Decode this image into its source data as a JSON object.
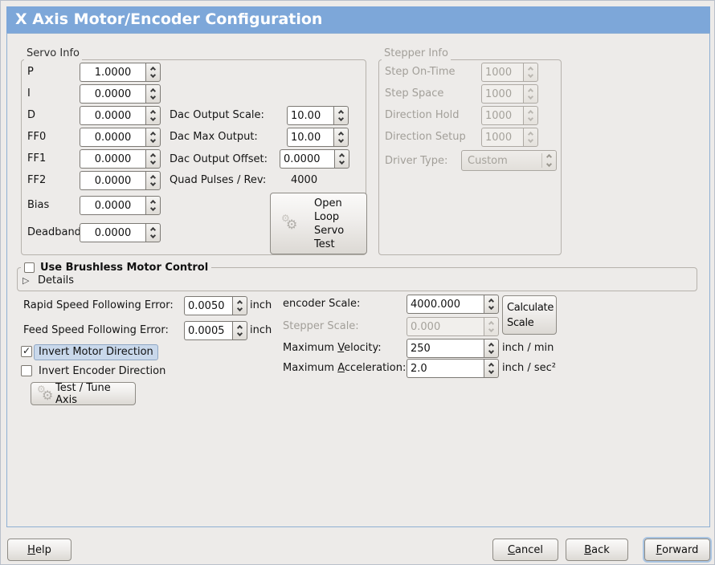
{
  "window": {
    "title": "X Axis Motor/Encoder Configuration"
  },
  "icons": {
    "gear": "⚙",
    "expander_collapsed": "▷"
  },
  "colors": {
    "titlebar": "#7da7d9",
    "background": "#edebe9",
    "focus_ring": "#a9c4e2",
    "selection_bg": "#c9d8eb"
  },
  "servo_info": {
    "title": "Servo Info",
    "fields": [
      {
        "label": "P",
        "value": "1.0000"
      },
      {
        "label": "I",
        "value": "0.0000"
      },
      {
        "label": "D",
        "value": "0.0000"
      },
      {
        "label": "FF0",
        "value": "0.0000"
      },
      {
        "label": "FF1",
        "value": "0.0000"
      },
      {
        "label": "FF2",
        "value": "0.0000"
      },
      {
        "label": "Bias",
        "value": "0.0000"
      },
      {
        "label": "Deadband",
        "value": "0.0000"
      }
    ]
  },
  "dac": {
    "output_scale_label": "Dac Output Scale:",
    "output_scale_value": "10.00",
    "max_output_label": "Dac Max Output:",
    "max_output_value": "10.00",
    "output_offset_label": "Dac Output Offset:",
    "output_offset_value": "0.0000",
    "quad_pulses_label": "Quad Pulses / Rev:",
    "quad_pulses_value": "4000"
  },
  "open_loop_button_label": "Open Loop Servo Test",
  "stepper_info": {
    "title": "Stepper Info",
    "fields": [
      {
        "label": "Step On-Time",
        "value": "1000"
      },
      {
        "label": "Step Space",
        "value": "1000"
      },
      {
        "label": "Direction Hold",
        "value": "1000"
      },
      {
        "label": "Direction Setup",
        "value": "1000"
      }
    ],
    "driver_type_label": "Driver Type:",
    "driver_type_value": "Custom"
  },
  "brushless": {
    "checkbox_label": "Use Brushless Motor Control",
    "details_label": "Details"
  },
  "following_error": {
    "rapid_label": "Rapid Speed Following Error:",
    "rapid_value": "0.0050",
    "feed_label": "Feed Speed Following Error:",
    "feed_value": "0.0005",
    "unit": "inch"
  },
  "invert": {
    "motor_label": "Invert Motor Direction",
    "encoder_label": "Invert Encoder Direction"
  },
  "test_tune_button_label": "Test / Tune Axis",
  "scale": {
    "encoder_label": "encoder Scale:",
    "encoder_value": "4000.000",
    "stepper_label": "Stepper Scale:",
    "stepper_value": "0.000",
    "calculate_button_label": "Calculate Scale",
    "velocity_label": "Maximum Velocity:",
    "velocity_value": "250",
    "velocity_unit": "inch / min",
    "accel_label": "Maximum Acceleration:",
    "accel_value": "2.0",
    "accel_unit": "inch / sec²"
  },
  "states": {
    "use_brushless_checked": false,
    "invert_motor_checked": true,
    "invert_encoder_checked": false
  },
  "footer": {
    "help_label": "Help",
    "cancel_label": "Cancel",
    "back_label": "Back",
    "forward_label": "Forward"
  }
}
